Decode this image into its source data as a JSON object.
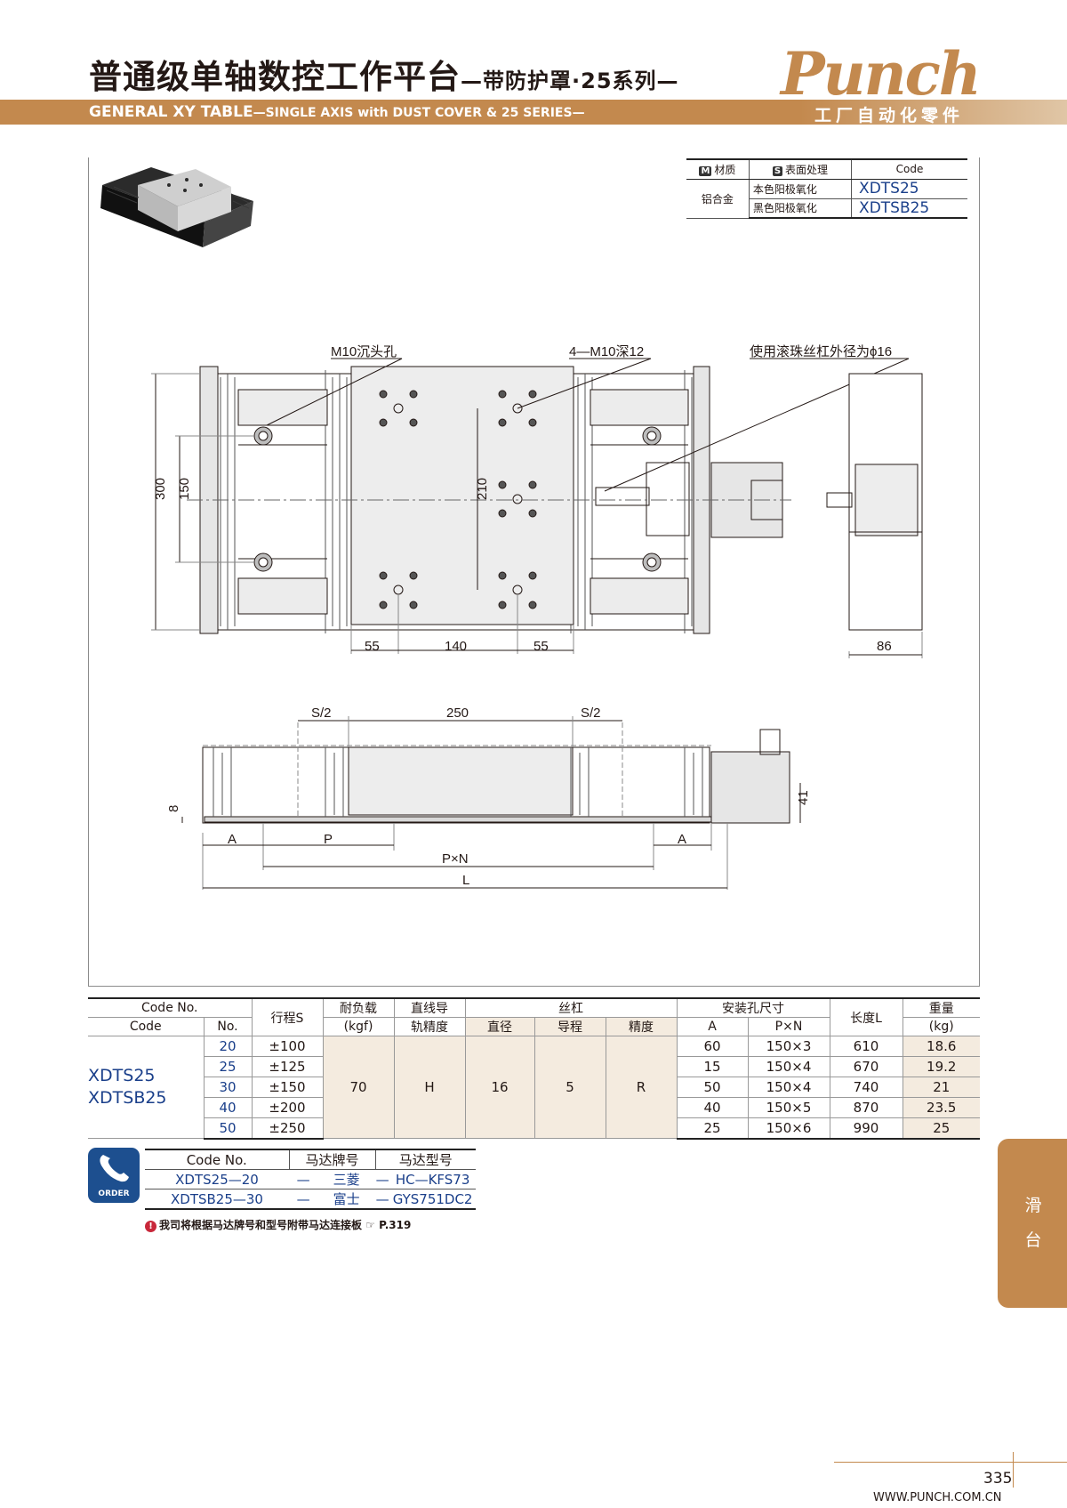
{
  "header": {
    "title_cn": "普通级单轴数控工作平台",
    "title_cn_sub": "—带防护罩·25系列—",
    "title_en": "GENERAL XY TABLE",
    "title_en_sub": "—SINGLE AXIS with DUST COVER & 25 SERIES—",
    "logo": "Punch",
    "logo_sub": "工厂自动化零件"
  },
  "material_table": {
    "headers": [
      "M",
      "材质",
      "S",
      "表面处理",
      "Code"
    ],
    "material": "铝合金",
    "rows": [
      {
        "surface": "本色阳极氧化",
        "code": "XDTS25"
      },
      {
        "surface": "黑色阳极氧化",
        "code": "XDTSB25"
      }
    ]
  },
  "drawing": {
    "label_counterbore": "M10沉头孔",
    "label_tapped": "4—M10深12",
    "label_ballscrew": "使用滚珠丝杠外径为ϕ16",
    "dim_300": "300",
    "dim_150": "150",
    "dim_210": "210",
    "dim_55a": "55",
    "dim_140": "140",
    "dim_55b": "55",
    "dim_86": "86",
    "dim_s2a": "S/2",
    "dim_250": "250",
    "dim_s2b": "S/2",
    "dim_8": "8",
    "dim_41": "41",
    "dim_Aa": "A",
    "dim_P": "P",
    "dim_Ab": "A",
    "dim_PxN": "P×N",
    "dim_L": "L"
  },
  "spec_table": {
    "h_codeno": "Code No.",
    "h_code": "Code",
    "h_no": "No.",
    "h_stroke": "行程S",
    "h_load1": "耐负载",
    "h_load2": "(kgf)",
    "h_guide1": "直线导",
    "h_guide2": "轨精度",
    "h_screw": "丝杠",
    "h_dia": "直径",
    "h_lead": "导程",
    "h_acc": "精度",
    "h_mount": "安装孔尺寸",
    "h_A": "A",
    "h_PxN": "P×N",
    "h_len": "长度L",
    "h_wt1": "重量",
    "h_wt2": "(kg)",
    "code1": "XDTS25",
    "code2": "XDTSB25",
    "load": "70",
    "guide": "H",
    "dia": "16",
    "lead": "5",
    "acc": "R",
    "rows": [
      {
        "no": "20",
        "stroke": "±100",
        "A": "60",
        "PxN": "150×3",
        "L": "610",
        "wt": "18.6"
      },
      {
        "no": "25",
        "stroke": "±125",
        "A": "15",
        "PxN": "150×4",
        "L": "670",
        "wt": "19.2"
      },
      {
        "no": "30",
        "stroke": "±150",
        "A": "50",
        "PxN": "150×4",
        "L": "740",
        "wt": "21"
      },
      {
        "no": "40",
        "stroke": "±200",
        "A": "40",
        "PxN": "150×5",
        "L": "870",
        "wt": "23.5"
      },
      {
        "no": "50",
        "stroke": "±250",
        "A": "25",
        "PxN": "150×6",
        "L": "990",
        "wt": "25"
      }
    ]
  },
  "order": {
    "icon_label": "ORDER",
    "h_code": "Code No.",
    "h_brand": "马达牌号",
    "h_model": "马达型号",
    "rows": [
      {
        "code": "XDTS25—20",
        "sep1": "—",
        "brand": "三菱",
        "sep2": "—",
        "model": "HC—KFS73"
      },
      {
        "code": "XDTSB25—30",
        "sep1": "—",
        "brand": "富士",
        "sep2": "—",
        "model": "GYS751DC2"
      }
    ]
  },
  "note": "我司将根据马达牌号和型号附带马达连接板",
  "note_ref": "P.319",
  "side_tab": [
    "滑",
    "台"
  ],
  "page_number": "335",
  "url": "WWW.PUNCH.COM.CN"
}
